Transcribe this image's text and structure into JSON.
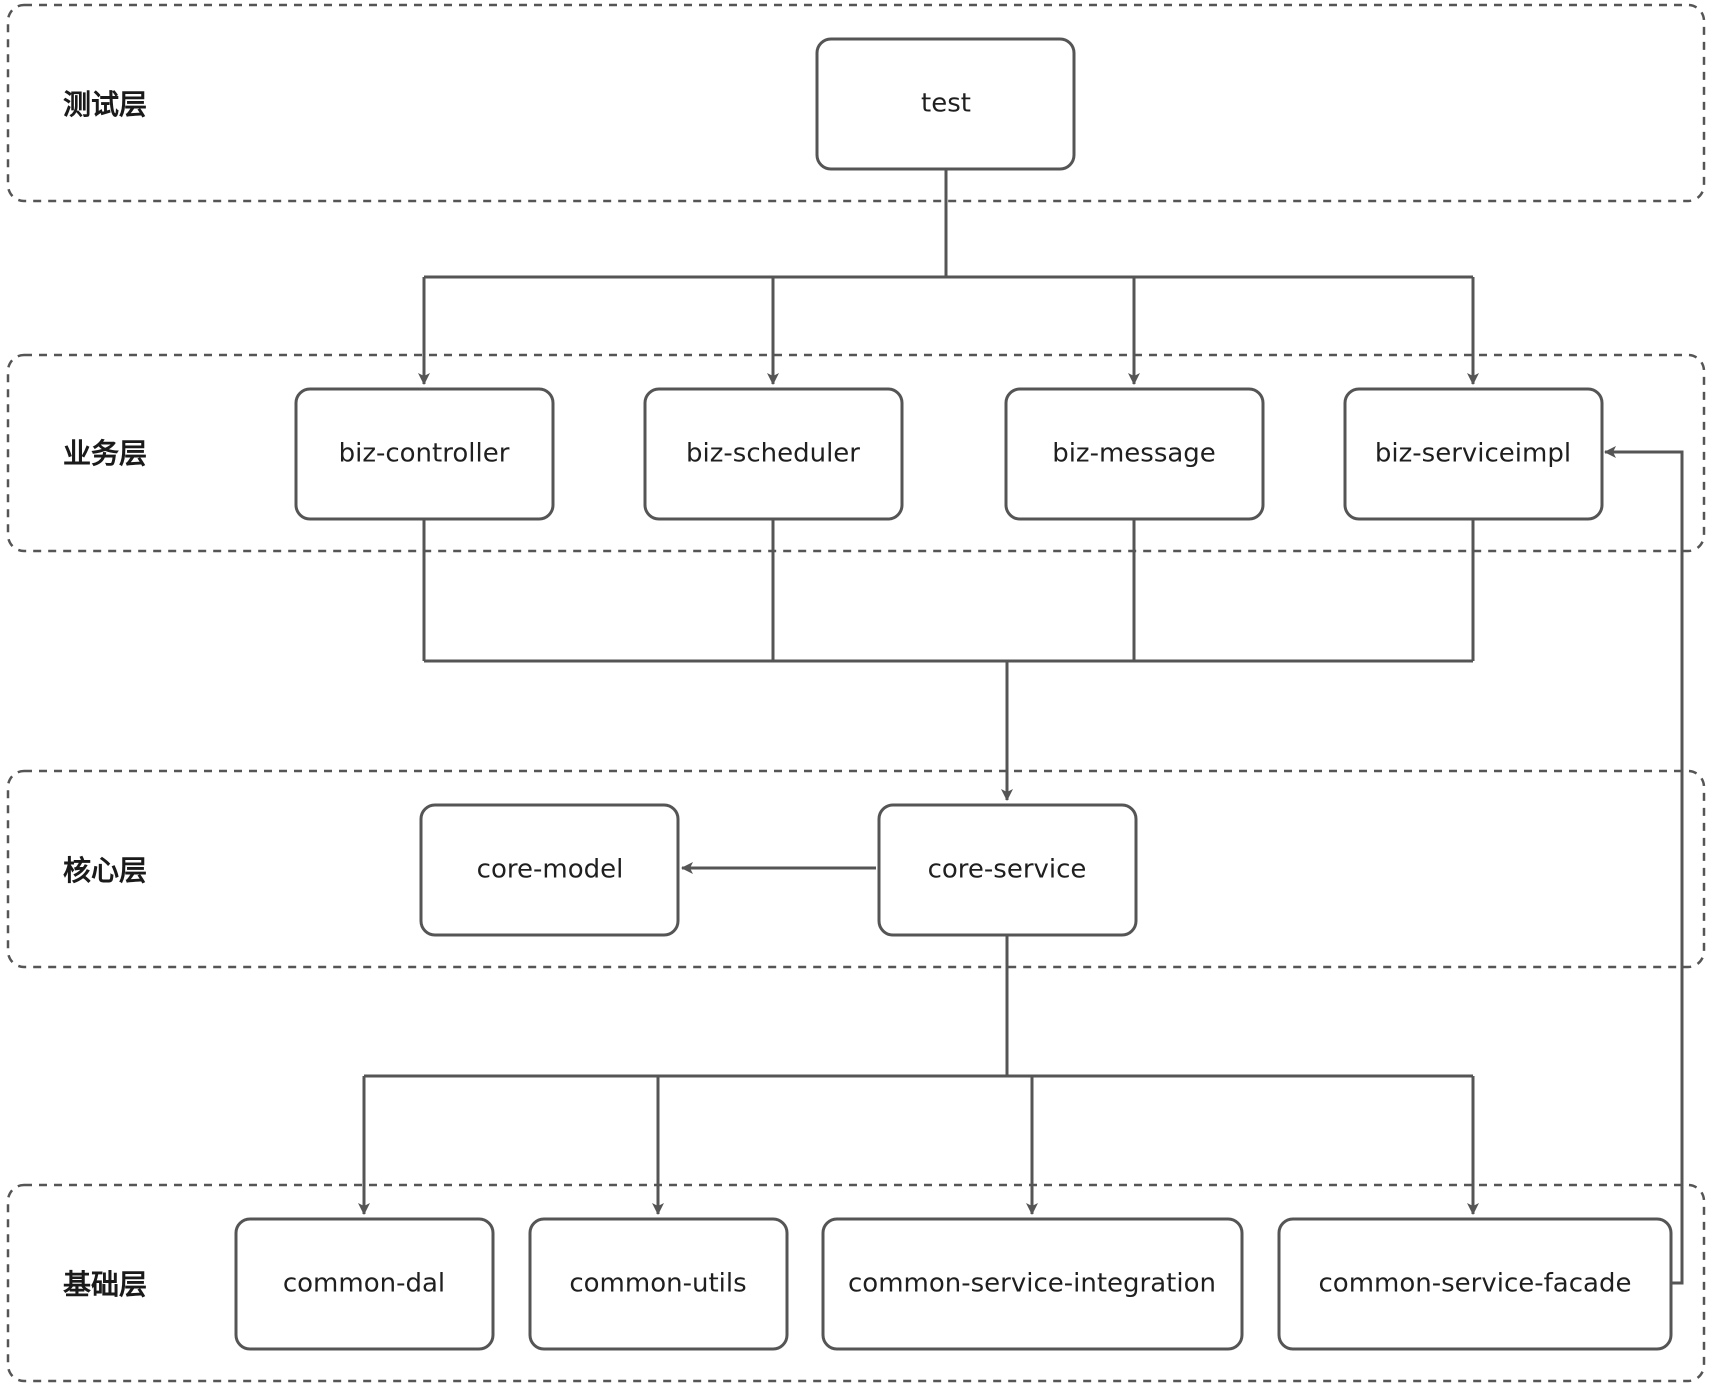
{
  "layers": {
    "test": "测试层",
    "biz": "业务层",
    "core": "核心层",
    "base": "基础层"
  },
  "nodes": {
    "test": "test",
    "biz_controller": "biz-controller",
    "biz_scheduler": "biz-scheduler",
    "biz_message": "biz-message",
    "biz_serviceimpl": "biz-serviceimpl",
    "core_model": "core-model",
    "core_service": "core-service",
    "common_dal": "common-dal",
    "common_utils": "common-utils",
    "common_service_integration": "common-service-integration",
    "common_service_facade": "common-service-facade"
  },
  "colors": {
    "node_border": "#555555",
    "edge": "#555555",
    "layer_border": "#555555"
  }
}
